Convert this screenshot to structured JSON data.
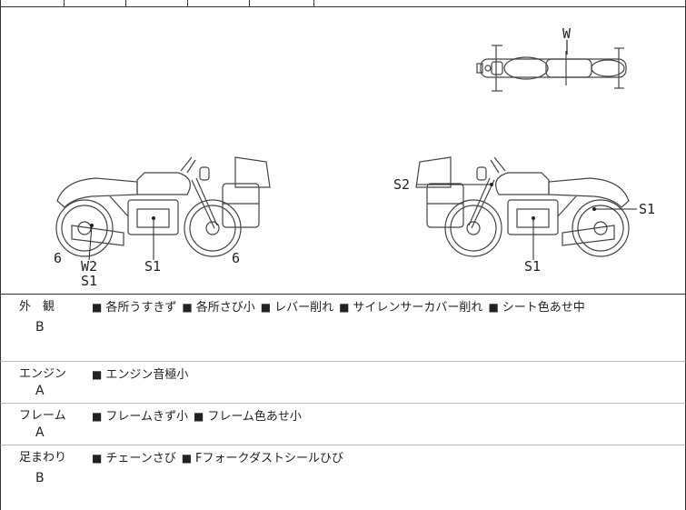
{
  "diagram": {
    "labels": {
      "top_w": "W",
      "left_6a": "6",
      "left_w2": "W2",
      "left_s1a": "S1",
      "left_s1b": "S1",
      "left_6b": "6",
      "right_s2": "S2",
      "right_s1a": "S1",
      "right_s1b": "S1"
    }
  },
  "rows": [
    {
      "category": "外　観",
      "grade": "B",
      "items": [
        "各所うすきず",
        "各所さび小",
        "レバー削れ",
        "サイレンサーカバー削れ",
        "シート色あせ中"
      ]
    },
    {
      "category": "エンジン",
      "grade": "A",
      "items": [
        "エンジン音極小"
      ]
    },
    {
      "category": "フレーム",
      "grade": "A",
      "items": [
        "フレームきず小",
        "フレーム色あせ小"
      ]
    },
    {
      "category": "足まわり",
      "grade": "B",
      "items": [
        "チェーンさび",
        "Fフォークダストシールひび"
      ]
    }
  ],
  "bullet": "■"
}
